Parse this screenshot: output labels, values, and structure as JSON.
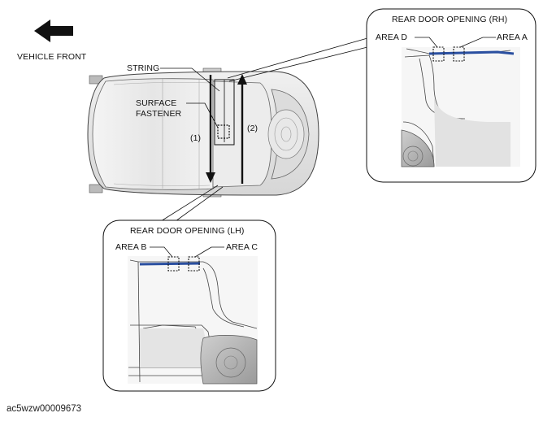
{
  "labels": {
    "vehicle_front": "VEHICLE FRONT",
    "string": "STRING",
    "surface_fastener_line1": "SURFACE",
    "surface_fastener_line2": "FASTENER",
    "arrow_1": "(1)",
    "arrow_2": "(2)",
    "rh_title": "REAR DOOR OPENING (RH)",
    "lh_title": "REAR DOOR OPENING (LH)",
    "area_a": "AREA A",
    "area_b": "AREA B",
    "area_c": "AREA C",
    "area_d": "AREA D"
  },
  "caption": "ac5wzw00009673",
  "colors": {
    "weatherstrip": "#2a4fa0",
    "line": "#111111",
    "body_shade": "#d8d8d8"
  }
}
